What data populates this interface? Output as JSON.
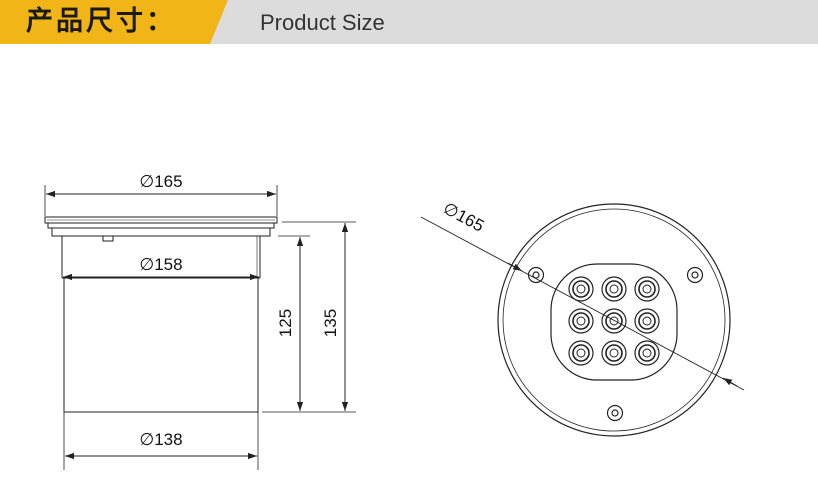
{
  "header": {
    "title_cn": "产品尺寸：",
    "title_en": "Product Size"
  },
  "side_view": {
    "top_flange_diameter": "∅165",
    "body_top_diameter": "∅158",
    "body_bottom_diameter": "∅138",
    "body_height": "125",
    "total_height": "135"
  },
  "top_view": {
    "diameter": "∅165",
    "led_count": 9,
    "screw_count": 3
  },
  "colors": {
    "accent": "#f2b518",
    "header_bg": "#dcdcdc",
    "line": "#222222"
  }
}
